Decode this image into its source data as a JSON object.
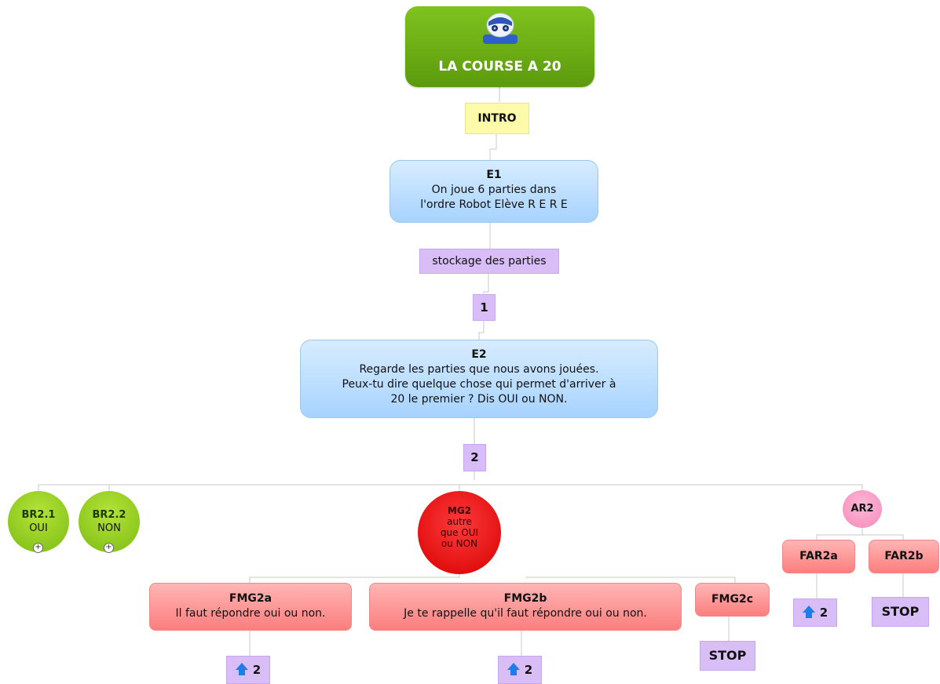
{
  "diagram": {
    "root": {
      "title": "LA COURSE A 20",
      "image": "robot-icon"
    },
    "intro": {
      "label": "INTRO"
    },
    "e1": {
      "title": "E1",
      "line1": "On joue 6 parties dans",
      "line2": "l'ordre Robot Elève R E R E"
    },
    "stockage": {
      "label": "stockage des parties"
    },
    "step1": {
      "label": "1"
    },
    "e2": {
      "title": "E2",
      "line1": "Regarde les parties que nous avons jouées.",
      "line2": "Peux-tu dire quelque chose qui permet d'arriver à",
      "line3": "20 le premier ? Dis OUI ou NON."
    },
    "step2": {
      "label": "2"
    },
    "br21": {
      "title": "BR2.1",
      "sub": "OUI",
      "expand": "+"
    },
    "br22": {
      "title": "BR2.2",
      "sub": "NON",
      "expand": "+"
    },
    "mg2": {
      "title": "MG2",
      "line1": "autre",
      "line2": "que OUI",
      "line3": "ou NON"
    },
    "ar2": {
      "title": "AR2"
    },
    "far2a": {
      "title": "FAR2a"
    },
    "far2b": {
      "title": "FAR2b"
    },
    "far2a_goto": {
      "label": "2"
    },
    "far2b_stop": {
      "label": "STOP"
    },
    "fmg2a": {
      "title": "FMG2a",
      "text": "Il faut répondre oui ou non."
    },
    "fmg2b": {
      "title": "FMG2b",
      "text": "Je te rappelle qu'il faut répondre oui ou non."
    },
    "fmg2c": {
      "title": "FMG2c"
    },
    "fmg2a_goto": {
      "label": "2"
    },
    "fmg2b_goto": {
      "label": "2"
    },
    "fmg2c_stop": {
      "label": "STOP"
    }
  },
  "colors": {
    "root": "#6aac14",
    "intro": "#fdfba9",
    "question": "#a7d3ff",
    "tag": "#d8bdf6",
    "good_answer": "#96d01f",
    "other_answer": "#e60000",
    "absent_answer": "#f48abb",
    "feedback": "#fb7e7e",
    "goto_arrow": "#1d7ee8",
    "connector": "#c8c8c8"
  }
}
